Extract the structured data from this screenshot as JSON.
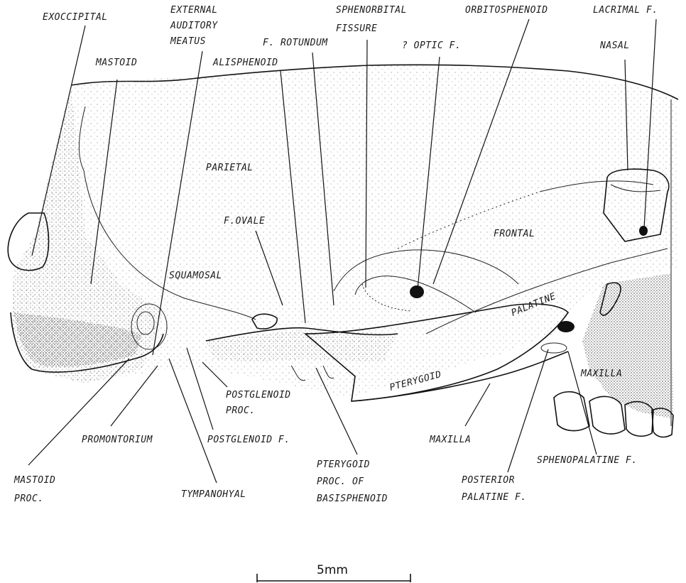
{
  "labels": {
    "exoccipital": "EXOCCIPITAL",
    "mastoid": "MASTOID",
    "external_auditory_meatus_1": "EXTERNAL",
    "external_auditory_meatus_2": "AUDITORY",
    "external_auditory_meatus_3": "MEATUS",
    "alisphenoid": "ALISPHENOID",
    "f_rotundum": "F. ROTUNDUM",
    "sphenorbital_fissure_1": "SPHENORBITAL",
    "sphenorbital_fissure_2": "FISSURE",
    "optic_f": "? OPTIC F.",
    "orbitosphenoid": "ORBITOSPHENOID",
    "lacrimal_f": "LACRIMAL F.",
    "nasal": "NASAL",
    "parietal": "PARIETAL",
    "f_ovale": "F.OVALE",
    "frontal": "FRONTAL",
    "squamosal": "SQUAMOSAL",
    "palatine": "PALATINE",
    "pterygoid": "PTERYGOID",
    "maxilla_inner": "MAXILLA",
    "postglenoid_proc_1": "POSTGLENOID",
    "postglenoid_proc_2": "PROC.",
    "promontorium": "PROMONTORIUM",
    "postglenoid_f": "POSTGLENOID F.",
    "maxilla_lower": "MAXILLA",
    "sphenopalatine_f": "SPHENOPALATINE F.",
    "pterygoid_proc_1": "PTERYGOID",
    "pterygoid_proc_2": "PROC. OF",
    "pterygoid_proc_3": "BASISPHENOID",
    "posterior_palatine_1": "POSTERIOR",
    "posterior_palatine_2": "PALATINE F.",
    "mastoid_proc_1": "MASTOID",
    "mastoid_proc_2": "PROC.",
    "tympanohyal": "TYMPANOHYAL"
  },
  "scale_bar": {
    "label": "5mm"
  }
}
